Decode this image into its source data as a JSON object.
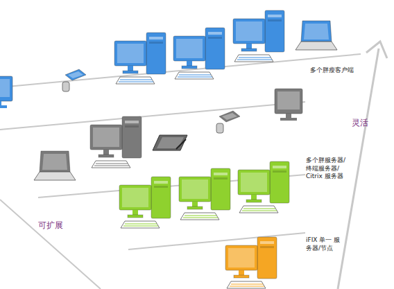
{
  "diagram": {
    "labels": [
      "多个胖瘦客户端",
      "多个胖服务器/ 终端服务器/ Citrix 服务器",
      "iFIX 单一 服务器/节点",
      "灵活",
      "可扩展"
    ]
  }
}
